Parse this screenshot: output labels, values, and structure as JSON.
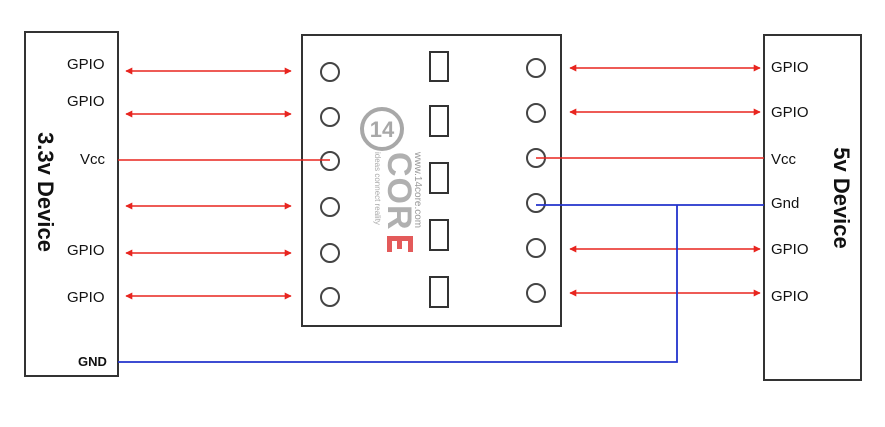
{
  "colors": {
    "signal": "#e8251f",
    "ground": "#2233cc",
    "logo_gray": "#a8a8a8",
    "logo_accent": "#e35a5a"
  },
  "left_device": {
    "title": "3.3v Device",
    "pins": [
      "GPIO",
      "GPIO",
      "Vcc",
      "GPIO",
      "GPIO"
    ],
    "gnd": "GND"
  },
  "right_device": {
    "title": "5v Device",
    "pins": [
      "GPIO",
      "GPIO",
      "Vcc",
      "Gnd",
      "GPIO",
      "GPIO"
    ]
  },
  "logo": {
    "badge": "14",
    "word": "COR",
    "url": "www.14core.com",
    "tagline": "ideas connect reality"
  }
}
